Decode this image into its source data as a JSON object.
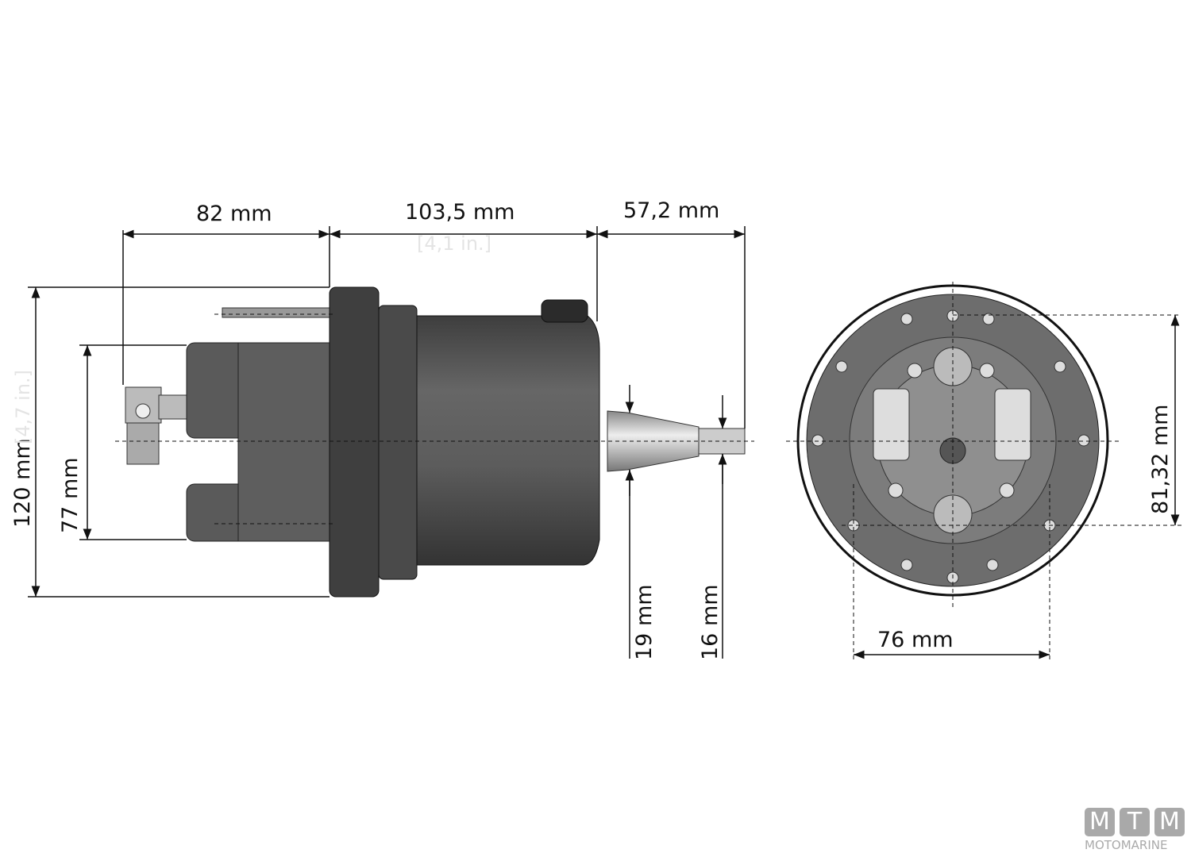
{
  "dimensions": {
    "rear_length": "82 mm",
    "body_length": "103,5 mm",
    "body_length_in": "[4,1 in.]",
    "shaft_length": "57,2 mm",
    "flange_height": "120 mm",
    "flange_height_in": "[4,7 in.]",
    "rear_height": "77 mm",
    "shaft_taper_dia": "19 mm",
    "shaft_thread_dia": "16 mm",
    "bolt_vertical": "81,32 mm",
    "bolt_horizontal": "76 mm"
  },
  "logo": {
    "letters": [
      "M",
      "T",
      "M"
    ],
    "text": "MOTOMARINE"
  },
  "colors": {
    "body": "#5a5a5a",
    "flange": "#3f3f3f",
    "front_face": "#8a8a8a",
    "line": "#111111"
  }
}
